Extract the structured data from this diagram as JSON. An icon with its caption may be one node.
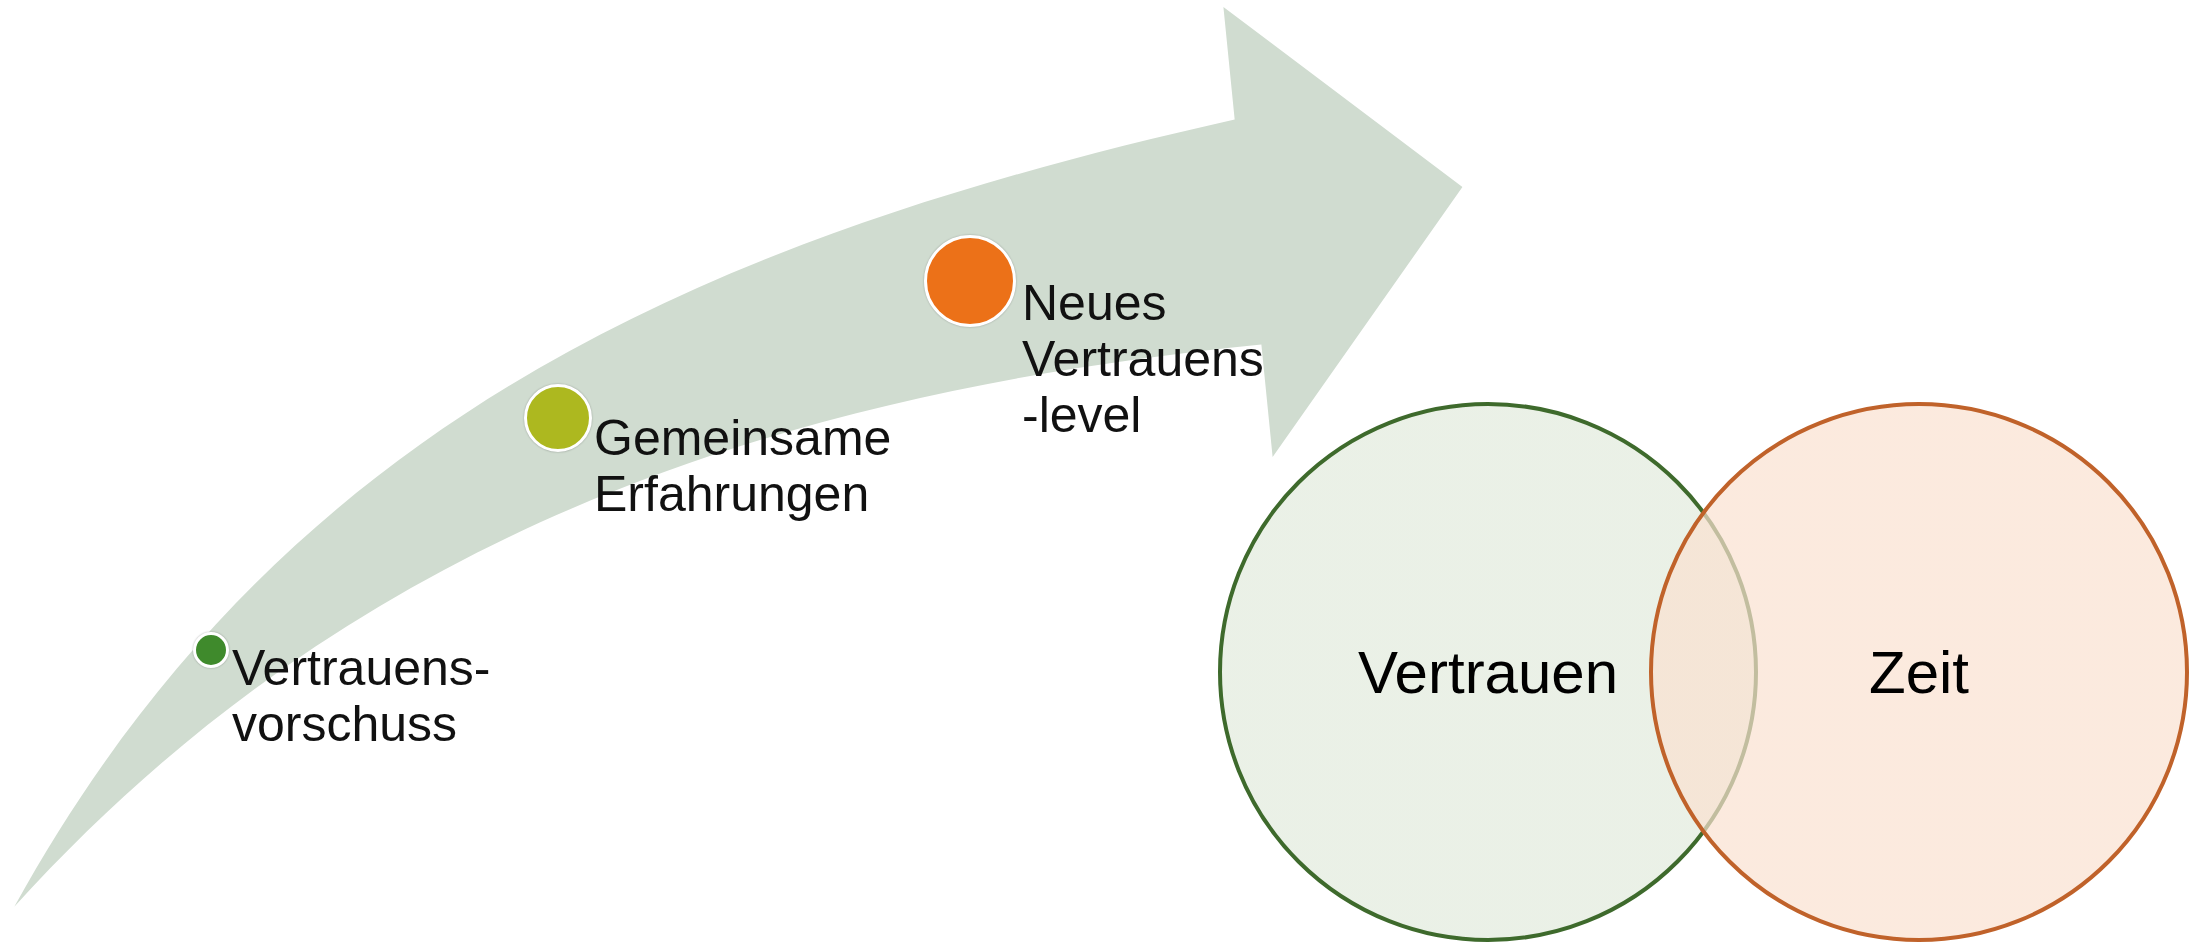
{
  "diagram": {
    "nodes": [
      {
        "text": [],
        "shape": "circle",
        "beside": [
          "Vertrauens- vorschuss"
        ]
      },
      {
        "text": [],
        "shape": "circle",
        "beside": [
          "Gemeinsame Erfahrungen"
        ]
      },
      {
        "text": [],
        "shape": "circle",
        "beside": [
          "Neues Vertrauens -level"
        ]
      },
      {
        "text": [
          "Vertrauen"
        ]
      },
      {
        "text": [
          "Zeit"
        ]
      }
    ]
  }
}
